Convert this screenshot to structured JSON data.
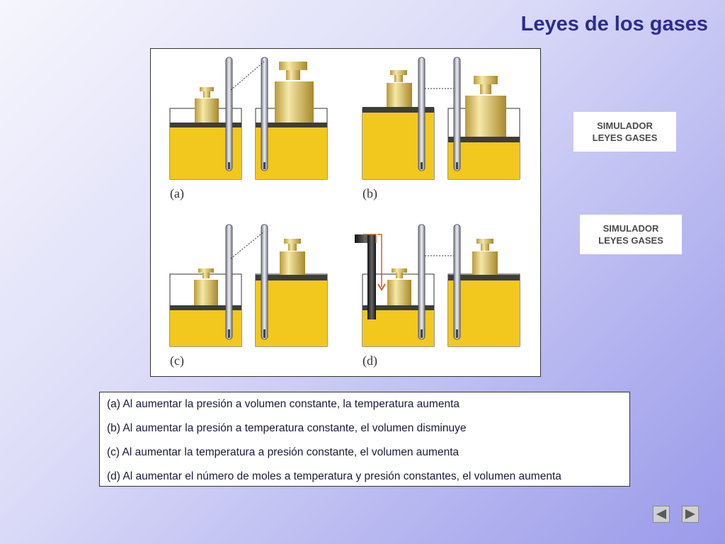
{
  "title": "Leyes de los gases",
  "figure": {
    "panel_labels": [
      "(a)",
      "(b)",
      "(c)",
      "(d)"
    ]
  },
  "buttons": {
    "simulator_1": [
      "SIMULADOR",
      "LEYES GASES"
    ],
    "simulator_2": [
      "SIMULADOR",
      "LEYES GASES"
    ]
  },
  "captions": [
    "(a) Al aumentar la presión a volumen constante, la temperatura aumenta",
    "(b) Al aumentar la presión a temperatura constante, el volumen disminuye",
    "(c) Al aumentar la temperatura a presión constante, el volumen aumenta",
    "(d) Al aumentar el número de moles a temperatura y presión constantes, el volumen aumenta"
  ],
  "navigation": {
    "prev_icon": "triangle-left-icon",
    "next_icon": "triangle-right-icon"
  },
  "colors": {
    "title": "#2c2c8c",
    "gas": "#f2c81e",
    "piston": "#444444",
    "weight": "#e8d27a"
  }
}
